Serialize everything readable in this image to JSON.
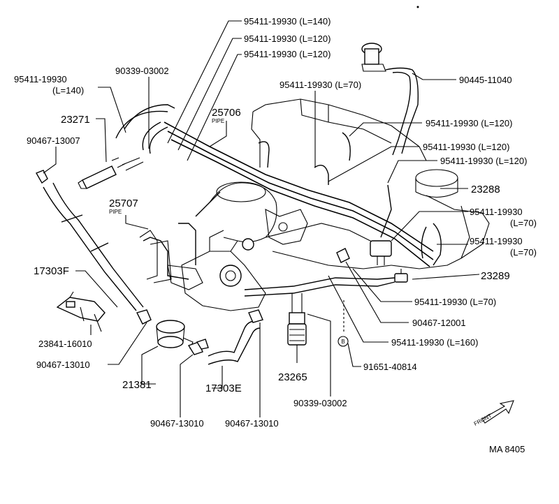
{
  "diagram": {
    "labels": {
      "hose_l140_top": "95411-19930 (L=140)",
      "hose_l120_a": "95411-19930 (L=120)",
      "hose_l120_b": "95411-19930 (L=120)",
      "hose_l140_left_num": "95411-19930",
      "hose_l140_left_len": "(L=140)",
      "bolt_90339_top": "90339-03002",
      "hose_l70_top": "95411-19930 (L=70)",
      "clip_90445": "90445-11040",
      "sensor_23271": "23271",
      "pipe_25706": "25706",
      "pipe_25706_word": "PIPE",
      "hose_l120_right_a": "95411-19930 (L=120)",
      "clip_90467_13007": "90467-13007",
      "hose_l120_right_b": "95411-19930 (L=120)",
      "hose_l120_right_c": "95411-19930 (L=120)",
      "part_23288": "23288",
      "pipe_25707": "25707",
      "pipe_25707_word": "PIPE",
      "hose_l70_right_a_num": "95411-19930",
      "hose_l70_right_a_len": "(L=70)",
      "hose_l70_right_b_num": "95411-19930",
      "hose_l70_right_b_len": "(L=70)",
      "hose_17303f": "17303F",
      "part_23289": "23289",
      "hose_l70_bottom": "95411-19930 (L=70)",
      "bracket_23841": "23841-16010",
      "clip_90467_12001": "90467-12001",
      "hose_l160": "95411-19930 (L=160)",
      "clip_90467_13010_a": "90467-13010",
      "bolt_91651": "91651-40814",
      "filter_21381": "21381",
      "hose_17303e": "17303E",
      "switch_23265": "23265",
      "bolt_90339_bottom": "90339-03002",
      "clip_90467_13010_b": "90467-13010",
      "clip_90467_13010_c": "90467-13010",
      "front_arrow": "FRONT",
      "ref_code": "MA 8405",
      "circle_b": "B"
    }
  }
}
